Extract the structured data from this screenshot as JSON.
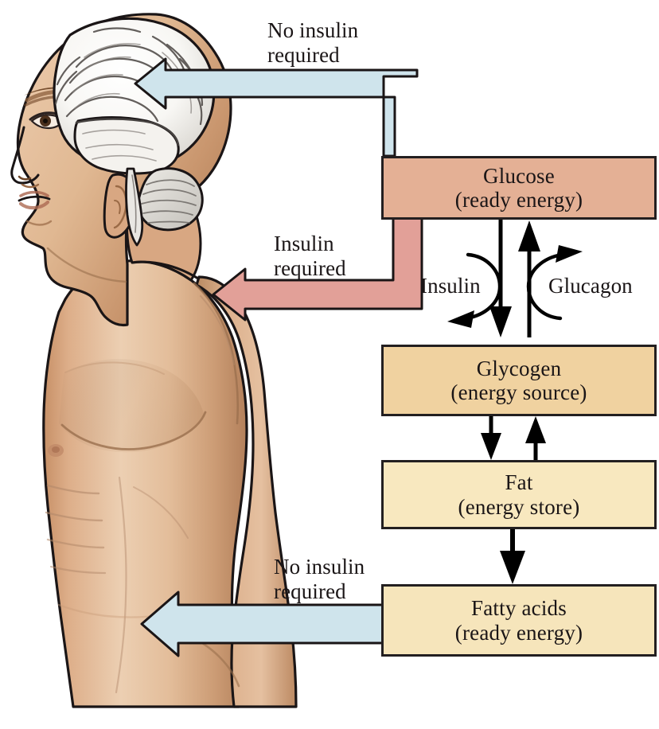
{
  "figure": {
    "subject": "human-male-profile-with-brain",
    "description": "Anatomical illustration of a man in left profile, bare torso, with the brain visible inside the skull"
  },
  "palette": {
    "glucose_fill": "#e4b095",
    "glycogen_fill": "#f0d2a0",
    "fat_fill": "#f8e8bf",
    "fatty_acids_fill": "#f6e5bb",
    "blue_arrow_fill": "#cfe4ec",
    "red_arrow_fill": "#e2a098",
    "outline": "#231f20",
    "background": "#ffffff",
    "skin_light": "#e8c3a5",
    "skin_mid": "#d3a684",
    "skin_shadow": "#b7855f",
    "brain_fill": "#fbfbf9",
    "brain_shade": "#cfcdc9"
  },
  "boxes": [
    {
      "id": "glucose",
      "title": "Glucose",
      "subtitle": "(ready energy)",
      "fill": "#e4b095"
    },
    {
      "id": "glycogen",
      "title": "Glycogen",
      "subtitle": "(energy source)",
      "fill": "#f0d2a0"
    },
    {
      "id": "fat",
      "title": "Fat",
      "subtitle": "(energy store)",
      "fill": "#f8e8bf"
    },
    {
      "id": "fatty_acids",
      "title": "Fatty acids",
      "subtitle": "(ready energy)",
      "fill": "#f6e5bb"
    }
  ],
  "flow_labels": {
    "brain_arrow": "No insulin\nrequired",
    "body_arrow": "Insulin\nrequired",
    "fatty_acids_arrow": "No insulin\nrequired"
  },
  "hormones": {
    "insulin": "Insulin",
    "glucagon": "Glucagon"
  },
  "arrows": [
    {
      "id": "glucose-to-brain",
      "label": "No insulin required",
      "from": "Glucose",
      "to": "brain",
      "color": "#cfe4ec",
      "shape": "elbow-up-left"
    },
    {
      "id": "glucose-to-body",
      "label": "Insulin required",
      "from": "Glucose",
      "to": "body",
      "color": "#e2a098",
      "shape": "elbow-down-left"
    },
    {
      "id": "fatty-acids-to-body",
      "label": "No insulin required",
      "from": "Fatty acids",
      "to": "body",
      "color": "#cfe4ec",
      "shape": "straight-left"
    },
    {
      "id": "glucose-to-glycogen",
      "label": "Insulin",
      "from": "Glucose",
      "to": "Glycogen",
      "color": "#000000",
      "shape": "down"
    },
    {
      "id": "glycogen-to-glucose",
      "label": "Glucagon",
      "from": "Glycogen",
      "to": "Glucose",
      "color": "#000000",
      "shape": "up"
    },
    {
      "id": "glycogen-to-fat",
      "from": "Glycogen",
      "to": "Fat",
      "color": "#000000",
      "shape": "down"
    },
    {
      "id": "fat-to-glycogen",
      "from": "Fat",
      "to": "Glycogen",
      "color": "#000000",
      "shape": "up"
    },
    {
      "id": "fat-to-fatty-acids",
      "from": "Fat",
      "to": "Fatty acids",
      "color": "#000000",
      "shape": "down"
    }
  ]
}
